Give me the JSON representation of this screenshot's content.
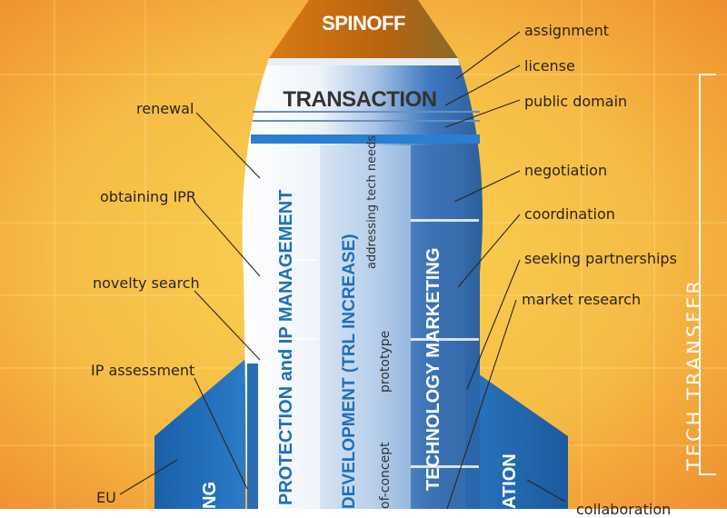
{
  "diagram": {
    "nose_label": "SPINOFF",
    "transaction_label": "TRANSACTION",
    "columns": {
      "protection": "PROTECTION and IP MANAGEMENT",
      "development": "DEVELOPMENT (TRL INCREASE)",
      "marketing": "TECHNOLOGY MARKETING",
      "left_fin": "NG",
      "right_fin": "ATION"
    },
    "development_notes": {
      "addressing": "addressing tech needs",
      "prototype": "prototype",
      "concept": "of-concept"
    },
    "side_title": "TECH TRANSFER",
    "left_labels": {
      "renewal": "renewal",
      "obtaining_ipr": "obtaining IPR",
      "novelty_search": "novelty search",
      "ip_assessment": "IP assessment",
      "eu": "EU"
    },
    "right_labels": {
      "assignment": "assignment",
      "license": "license",
      "public_domain": "public domain",
      "negotiation": "negotiation",
      "coordination": "coordination",
      "seeking_partnerships": "seeking partnerships",
      "market_research": "market research",
      "collaboration": "collaboration"
    },
    "colors": {
      "background_light": "#F7C547",
      "background_dark": "#EE8A2C",
      "nose": "#C96E12",
      "blue": "#1F6FB8",
      "navy": "#2C5C95",
      "text_dark": "#2A2420"
    }
  }
}
